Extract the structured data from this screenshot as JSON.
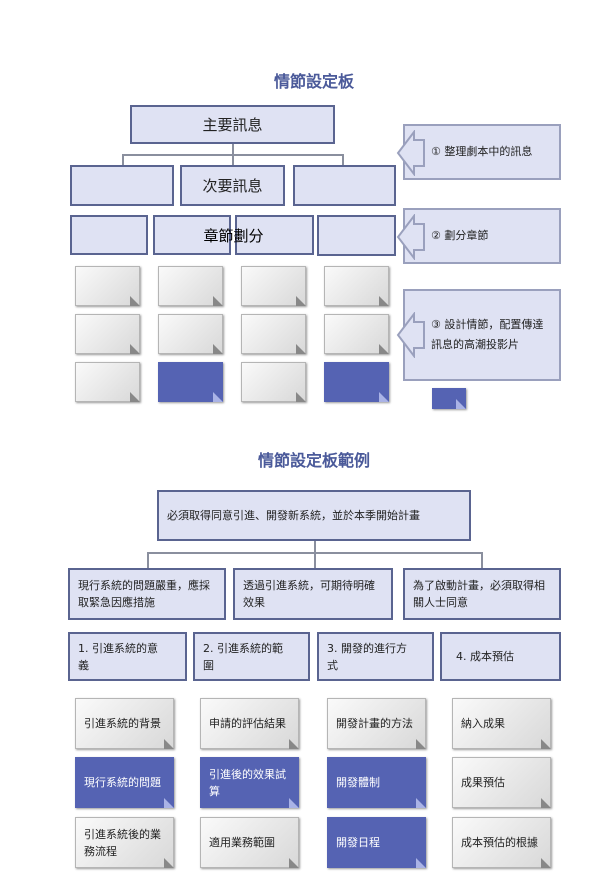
{
  "board": {
    "title": "情節設定板",
    "main": "主要訊息",
    "secondary": "次要訊息",
    "chapters": "章節劃分",
    "callouts": [
      "① 整理劇本中的訊息",
      "② 劃分章節",
      "③ 設計情節，配置傳達訊息的高潮投影片"
    ]
  },
  "example": {
    "title": "情節設定板範例",
    "main": "必須取得同意引進、開發新系統，並於本季開始計畫",
    "secondary": [
      "現行系統的問題嚴重，應採取緊急因應措施",
      "透過引進系統，可期待明確效果",
      "為了啟動計畫，必須取得相關人士同意"
    ],
    "chapters": [
      "1. 引進系統的意義",
      "2. 引進系統的範圍",
      "3. 開發的進行方式",
      "4. 成本預估"
    ],
    "slides": [
      [
        "引進系統的背景",
        "現行系統的問題",
        "引進系統後的業務流程"
      ],
      [
        "申請的評估結果",
        "引進後的效果試算",
        "適用業務範圍"
      ],
      [
        "開發計畫的方法",
        "開發體制",
        "開發日程"
      ],
      [
        "納入成果",
        "成果預估",
        "成本預估的根據"
      ]
    ]
  },
  "colors": {
    "accent": "#5563b3",
    "box": "#dfe2f3"
  }
}
